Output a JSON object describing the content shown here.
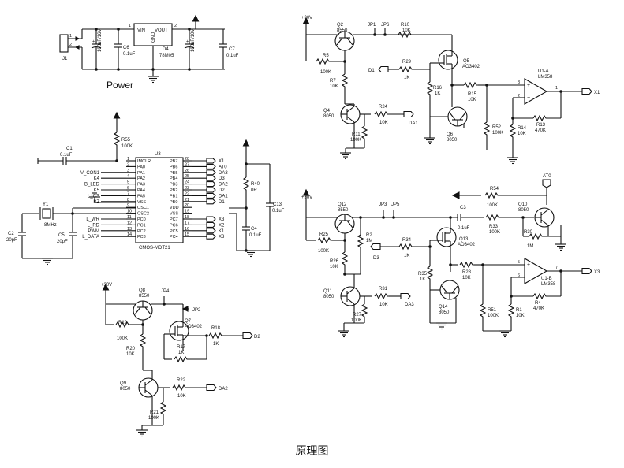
{
  "caption": "原理图",
  "power_block": {
    "title": "Power",
    "j1": "J1",
    "j1_pins": [
      "1",
      "2"
    ],
    "c": {
      "name": "C",
      "value": "100uF/16V"
    },
    "c6": {
      "name": "C6",
      "value": "0.1uF"
    },
    "reg": {
      "name": "D4",
      "value": "78M05",
      "vin": "VIN",
      "vout": "VOUT",
      "gnd": "GND",
      "pin_in": "1",
      "pin_out": "2"
    },
    "c10": {
      "name": "C10",
      "value": "100uF/10V"
    },
    "c7": {
      "name": "C7",
      "value": "0.1uF"
    }
  },
  "mcu_block": {
    "ic": "U3",
    "part": "CMOS-MDT21",
    "left_pins": [
      {
        "num": "1",
        "name": "IMCLR"
      },
      {
        "num": "2",
        "name": "PA0"
      },
      {
        "num": "3",
        "name": "PA1"
      },
      {
        "num": "4",
        "name": "PA2"
      },
      {
        "num": "5",
        "name": "PA3"
      },
      {
        "num": "6",
        "name": "PA4"
      },
      {
        "num": "7",
        "name": "PA5"
      },
      {
        "num": "8",
        "name": "VSS"
      },
      {
        "num": "9",
        "name": "OSC1"
      },
      {
        "num": "10",
        "name": "OSC2"
      },
      {
        "num": "11",
        "name": "PC0"
      },
      {
        "num": "12",
        "name": "PC1"
      },
      {
        "num": "13",
        "name": "PC2"
      },
      {
        "num": "14",
        "name": "PC3"
      }
    ],
    "right_pins": [
      {
        "num": "28",
        "name": "PB7"
      },
      {
        "num": "27",
        "name": "PB6"
      },
      {
        "num": "26",
        "name": "PB5"
      },
      {
        "num": "25",
        "name": "PB4"
      },
      {
        "num": "24",
        "name": "PB3"
      },
      {
        "num": "23",
        "name": "PB2"
      },
      {
        "num": "22",
        "name": "PB1"
      },
      {
        "num": "21",
        "name": "PB0"
      },
      {
        "num": "20",
        "name": "VDD"
      },
      {
        "num": "19",
        "name": "VSS"
      },
      {
        "num": "18",
        "name": "PC7"
      },
      {
        "num": "17",
        "name": "PC6"
      },
      {
        "num": "16",
        "name": "PC5"
      },
      {
        "num": "15",
        "name": "PC4"
      }
    ],
    "left_nets": [
      "V_CON1",
      "K4",
      "B_LED",
      "K5",
      "L_CS",
      "BZ",
      "L_WR",
      "L_RD",
      "PWM",
      "L_DATA"
    ],
    "right_nets": [
      "X1",
      "AT0",
      "DA3",
      "D3",
      "DA2",
      "D2",
      "DA1",
      "D1",
      "X3",
      "X2",
      "K1",
      "X3"
    ],
    "r55": {
      "name": "R55",
      "value": "100K"
    },
    "c1": {
      "name": "C1",
      "value": "0.1uF"
    },
    "y1": {
      "name": "Y1",
      "value": "8MHz"
    },
    "c2": {
      "name": "C2",
      "value": "20pF"
    },
    "c5": {
      "name": "C5",
      "value": "20pF"
    },
    "r40": {
      "name": "R40",
      "value": "0R"
    },
    "c13": {
      "name": "C13",
      "value": "0.1uF"
    },
    "c4": {
      "name": "C4",
      "value": "0.1uF"
    }
  },
  "drv1_block": {
    "vcc": "+30V",
    "q2": {
      "name": "Q2",
      "value": "8550"
    },
    "jp1": "JP1",
    "jp6": "JP6",
    "r10": {
      "name": "R10",
      "value": "10K"
    },
    "r5": {
      "name": "R5",
      "value": "100K"
    },
    "r7": {
      "name": "R7",
      "value": "10K"
    },
    "r29": {
      "name": "R29",
      "value": "1K"
    },
    "d1": "D1",
    "q5": {
      "name": "Q5",
      "value": "AO3402"
    },
    "r16": {
      "name": "R16",
      "value": "1K"
    },
    "r15": {
      "name": "R15",
      "value": "10K"
    },
    "q4": {
      "name": "Q4",
      "value": "8050"
    },
    "r24": {
      "name": "R24",
      "value": "10K"
    },
    "da1": "DA1",
    "r11": {
      "name": "R11",
      "value": "100K"
    },
    "q6": {
      "name": "Q6",
      "value": "8050"
    },
    "u1a": {
      "name": "U1-A",
      "value": "LM358",
      "pin_plus": "3",
      "pin_minus": "2",
      "pin_out": "1"
    },
    "r52": {
      "name": "R52",
      "value": "100K"
    },
    "r14": {
      "name": "R14",
      "value": "10K"
    },
    "r13": {
      "name": "R13",
      "value": "470K"
    },
    "x1": "X1"
  },
  "drv2_block": {
    "vcc": "+30V",
    "q12": {
      "name": "Q12",
      "value": "8550"
    },
    "jp3": "JP3",
    "jp5": "JP5",
    "c3": {
      "name": "C3",
      "value": "0.1uF"
    },
    "r54": {
      "name": "R54",
      "value": "100K"
    },
    "at0": "AT0",
    "q10": {
      "name": "Q10",
      "value": "8050"
    },
    "r33": {
      "name": "R33",
      "value": "100K"
    },
    "r30": {
      "name": "R30",
      "value": "1M"
    },
    "r25": {
      "name": "R25",
      "value": "100K"
    },
    "r2": {
      "name": "R2",
      "value": "1M"
    },
    "r34": {
      "name": "R34",
      "value": "1K"
    },
    "d3": "D3",
    "q13": {
      "name": "Q13",
      "value": "AO3402"
    },
    "r26": {
      "name": "R26",
      "value": "10K"
    },
    "r35": {
      "name": "R35",
      "value": "1K"
    },
    "r28": {
      "name": "R28",
      "value": "10K"
    },
    "u1b": {
      "name": "U1-B",
      "value": "LM358",
      "pin_plus": "5",
      "pin_minus": "6",
      "pin_out": "7"
    },
    "x3": "X3",
    "q11": {
      "name": "Q11",
      "value": "8050"
    },
    "r31": {
      "name": "R31",
      "value": "10K"
    },
    "da3": "DA3",
    "q14": {
      "name": "Q14",
      "value": "8050"
    },
    "r27": {
      "name": "R27",
      "value": "100K"
    },
    "r51": {
      "name": "R51",
      "value": "100K"
    },
    "r1": {
      "name": "R1",
      "value": "10K"
    },
    "r4": {
      "name": "R4",
      "value": "470K"
    }
  },
  "drv3_block": {
    "vcc": "+30V",
    "q8": {
      "name": "Q8",
      "value": "8550"
    },
    "jp4": "JP4",
    "jp2": "JP2",
    "r19": {
      "name": "R19",
      "value": "100K"
    },
    "q7": {
      "name": "Q7",
      "value": "AO3402"
    },
    "r18": {
      "name": "R18",
      "value": "1K"
    },
    "d2": "D2",
    "r20": {
      "name": "R20",
      "value": "10K"
    },
    "r17": {
      "name": "R17",
      "value": "1K"
    },
    "q9": {
      "name": "Q9",
      "value": "8050"
    },
    "r22": {
      "name": "R22",
      "value": "10K"
    },
    "da2": "DA2",
    "r21": {
      "name": "R21",
      "value": "100K"
    }
  }
}
